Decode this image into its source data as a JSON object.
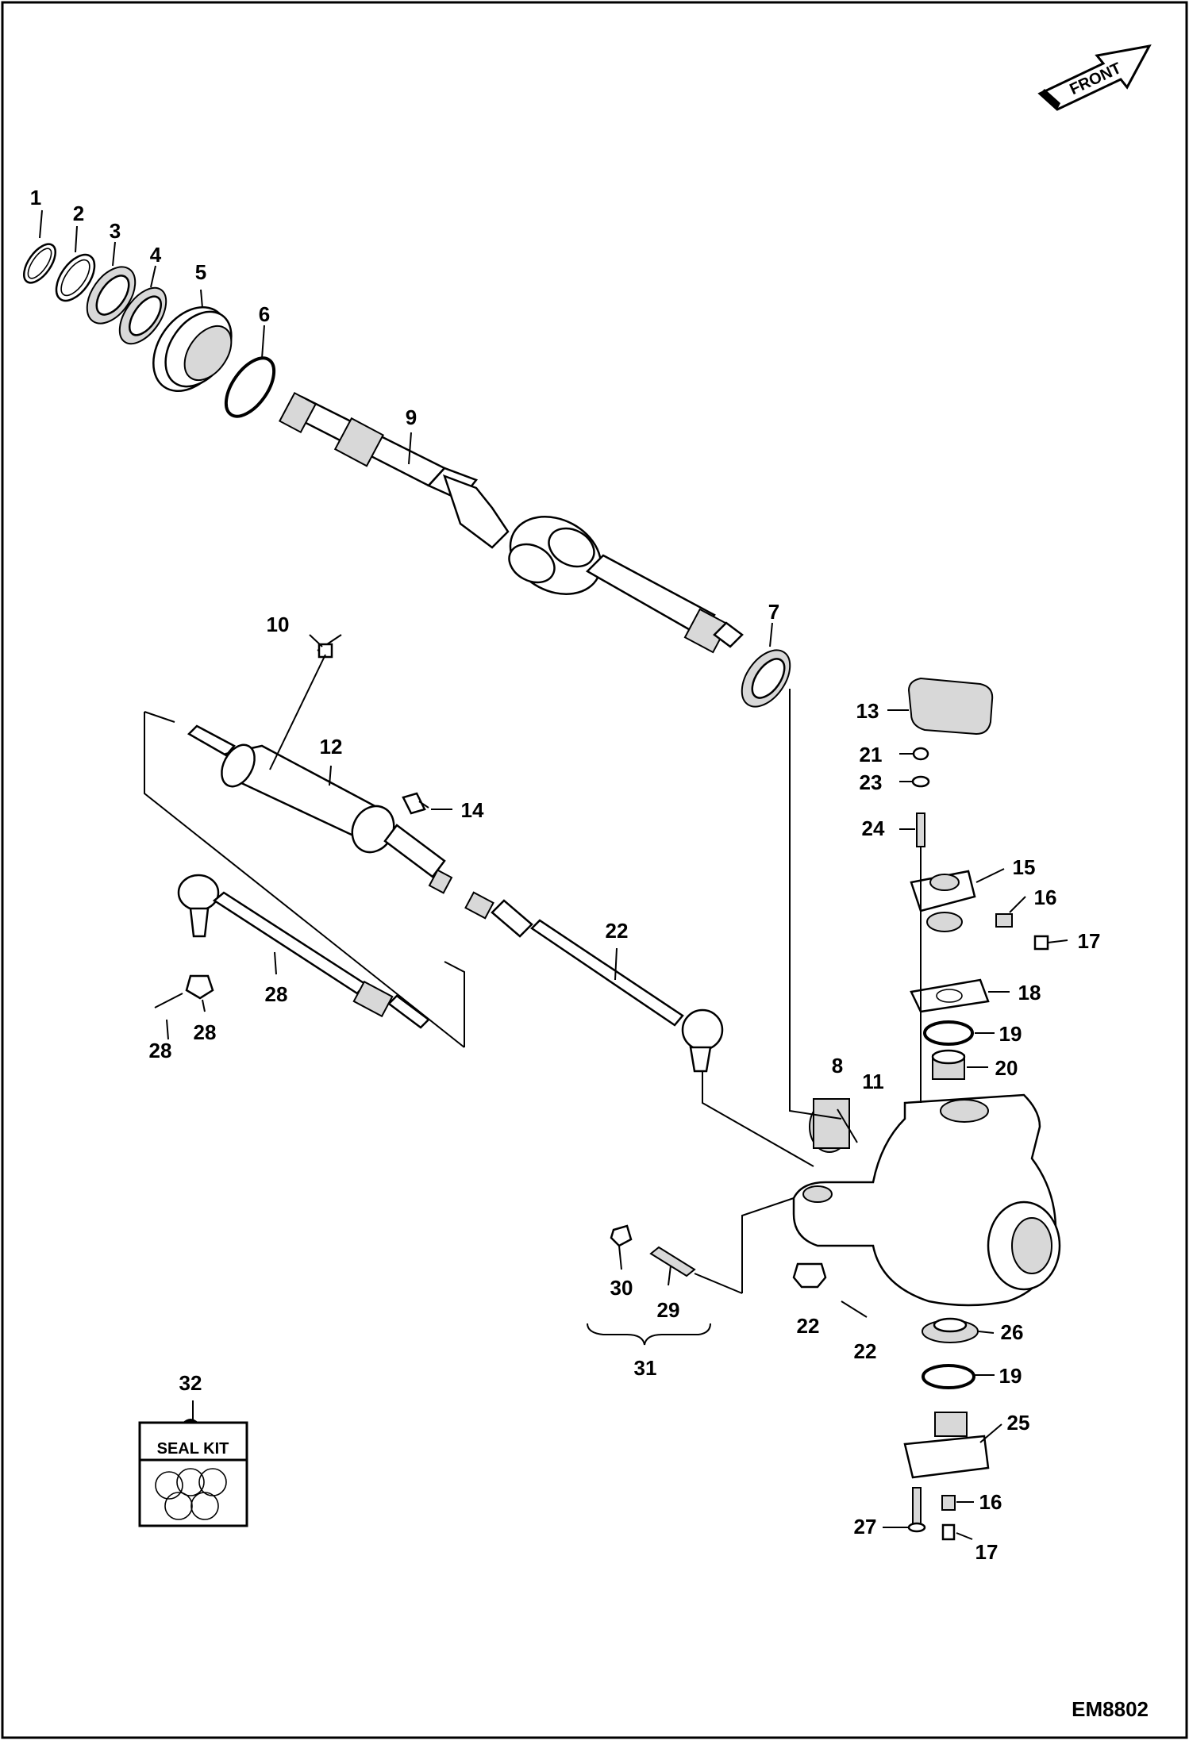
{
  "figure_code": "EM8802",
  "front_arrow_label": "FRONT",
  "seal_kit": {
    "number": "32",
    "label": "SEAL KIT"
  },
  "callouts": {
    "c1": "1",
    "c2": "2",
    "c3": "3",
    "c4": "4",
    "c5": "5",
    "c6": "6",
    "c7": "7",
    "c8": "8",
    "c9": "9",
    "c10": "10",
    "c11": "11",
    "c12": "12",
    "c13": "13",
    "c14": "14",
    "c15": "15",
    "c16a": "16",
    "c16b": "16",
    "c17a": "17",
    "c17b": "17",
    "c18": "18",
    "c19a": "19",
    "c19b": "19",
    "c20": "20",
    "c21": "21",
    "c22a": "22",
    "c22b": "22",
    "c22c": "22",
    "c23": "23",
    "c24": "24",
    "c25": "25",
    "c26": "26",
    "c27": "27",
    "c28a": "28",
    "c28b": "28",
    "c28c": "28",
    "c29": "29",
    "c30": "30",
    "c31": "31"
  }
}
